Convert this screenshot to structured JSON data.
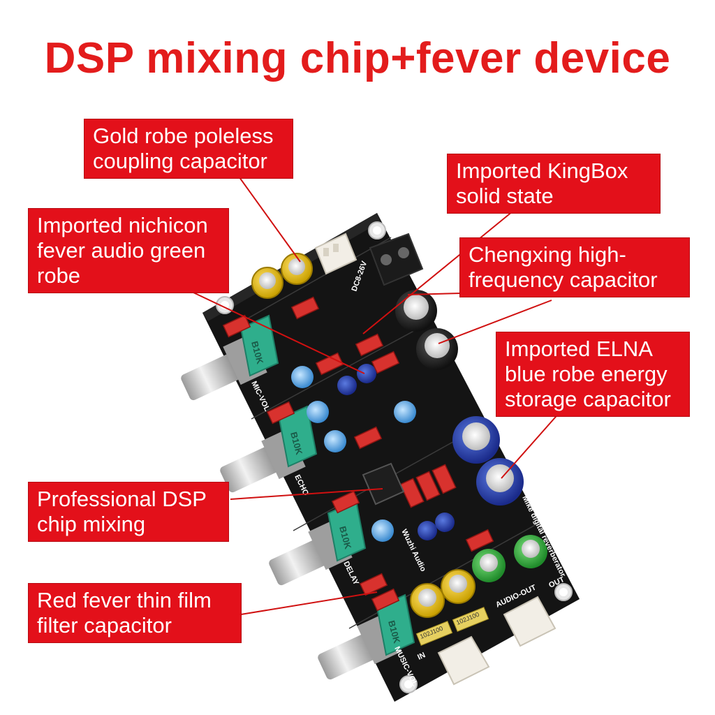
{
  "title": "DSP mixing chip+fever device",
  "callouts": {
    "gold_robe": [
      "Gold robe poleless",
      "coupling capacitor"
    ],
    "kingbox": [
      "Imported KingBox",
      "solid state"
    ],
    "nichicon": [
      "Imported nichicon",
      "fever audio green",
      "robe"
    ],
    "chengxing": [
      "Chengxing high-",
      "frequency capacitor"
    ],
    "elna": [
      "Imported ELNA",
      "blue robe energy",
      "storage capacitor"
    ],
    "dsp_chip": [
      "Professional DSP",
      "chip mixing"
    ],
    "film_cap": [
      "Red fever thin film",
      "filter capacitor"
    ]
  },
  "board_labels": {
    "mic_vol": "MIC-VOL",
    "echo": "ECHO",
    "delay": "DELAY",
    "music_vol": "MUSIC-VOL",
    "audio_out": "AUDIO-OUT",
    "out": "OUT",
    "in": "IN",
    "brand": "Wuzhi Audio",
    "dc_in": "DC8-26V",
    "pot_marking": "B10K",
    "mic_digital": "Mike digital reverberator",
    "cap_code": "102J100"
  },
  "colors": {
    "accent_red": "#e3101a",
    "title_red": "#e31c1c",
    "board": "#141414",
    "line_red": "#d01010"
  }
}
